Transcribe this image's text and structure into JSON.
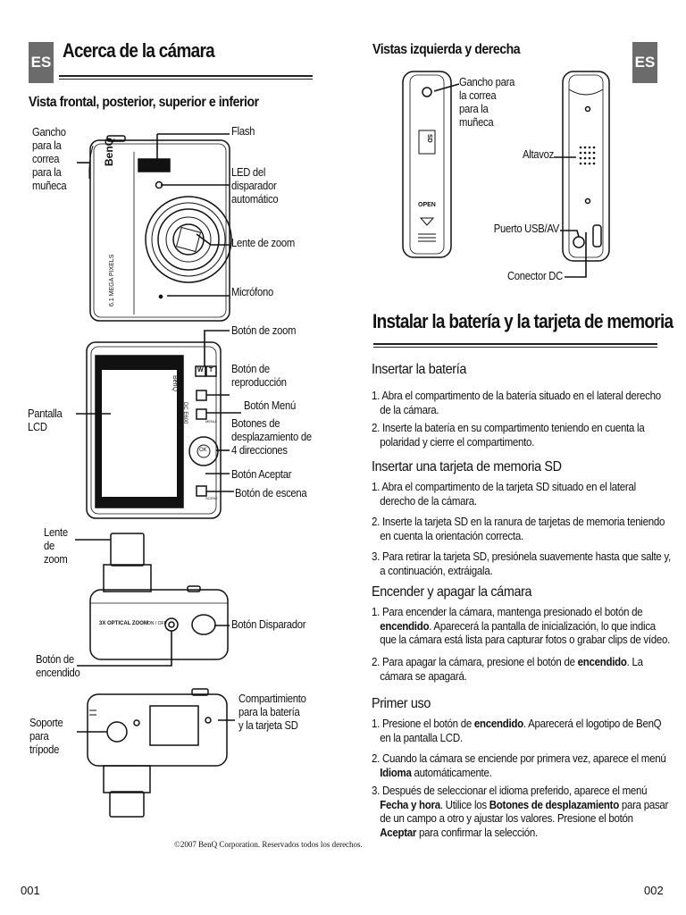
{
  "badges": {
    "left": "ES",
    "right": "ES"
  },
  "left_page": {
    "title": "Acerca de la cámara",
    "subtitle": "Vista frontal, posterior, superior e inferior",
    "labels": {
      "strap_hook": "Gancho para la correa para la muñeca",
      "flash": "Flash",
      "self_timer_led": "LED del disparador automático",
      "zoom_lens": "Lente de zoom",
      "microphone": "Micrófono",
      "zoom_button": "Botón de zoom",
      "playback_button": "Botón de reproducción",
      "menu_button": "Botón Menú",
      "nav_buttons": "Botones de desplazamiento de 4 direcciones",
      "accept_button": "Botón Aceptar",
      "scene_button": "Botón de escena",
      "lcd_screen": "Pantalla LCD",
      "zoom_lens_top": "Lente de zoom",
      "shutter_button": "Botón Disparador",
      "power_button": "Botón de encendido",
      "battery_compartment": "Compartimiento para la batería y la tarjeta SD",
      "tripod_mount": "Soporte para trípode"
    },
    "camera_text": {
      "brand": "BenQ",
      "mega": "6.1 MEGA PIXELS",
      "optical": "3X OPTICAL ZOOM",
      "onoff": "ON / OFF",
      "model": "DC E600",
      "btn_w": "W",
      "btn_t": "T",
      "btn_menu": "MENU",
      "btn_ok": "OK",
      "btn_scene": "SCENE",
      "open": "OPEN",
      "sd": "SD"
    },
    "footer": "©2007 BenQ Corporation. Reservados todos los derechos.",
    "page_number": "001"
  },
  "right_page": {
    "side_title": "Vistas izquierda y derecha",
    "side_labels": {
      "strap_hook": "Gancho para la correa para la muñeca",
      "speaker": "Altavoz",
      "usb_port": "Puerto USB/AV",
      "dc_connector": "Conector DC"
    },
    "install_title": "Instalar la batería y la tarjeta de memoria",
    "sections": [
      {
        "title": "Insertar la batería",
        "steps": [
          [
            {
              "t": "Abra el compartimento de la batería situado en el lateral derecho de la cámara."
            }
          ],
          [
            {
              "t": "Inserte la batería en su compartimento teniendo en cuenta la polaridad y cierre el compartimento."
            }
          ]
        ]
      },
      {
        "title": "Insertar una tarjeta de memoria SD",
        "steps": [
          [
            {
              "t": "Abra el compartimento de la tarjeta SD situado en el lateral derecho de la cámara."
            }
          ],
          [
            {
              "t": "Inserte la tarjeta SD en la ranura de tarjetas de memoria teniendo en cuenta la orientación correcta."
            }
          ],
          [
            {
              "t": "Para retirar la tarjeta SD, presiónela suavemente hasta que salte y, a continuación, extráigala."
            }
          ]
        ]
      },
      {
        "title": "Encender y apagar la cámara",
        "steps": [
          [
            {
              "t": "Para encender la cámara, mantenga presionado el botón de "
            },
            {
              "t": "encendido",
              "b": true
            },
            {
              "t": ". Aparecerá la pantalla de inicialización, lo que indica que la cámara está lista para capturar fotos o grabar clips de vídeo."
            }
          ],
          [
            {
              "t": "Para apagar la cámara, presione el botón de "
            },
            {
              "t": "encendido",
              "b": true
            },
            {
              "t": ". La cámara se apagará."
            }
          ]
        ]
      },
      {
        "title": "Primer uso",
        "steps": [
          [
            {
              "t": "Presione el botón de "
            },
            {
              "t": "encendido",
              "b": true
            },
            {
              "t": ". Aparecerá el logotipo de BenQ en la pantalla LCD."
            }
          ],
          [
            {
              "t": "Cuando la cámara se enciende por primera vez, aparece el menú "
            },
            {
              "t": "Idioma",
              "b": true
            },
            {
              "t": " automáticamente."
            }
          ],
          [
            {
              "t": "Después de seleccionar el idioma preferido, aparece el menú "
            },
            {
              "t": "Fecha y hora",
              "b": true
            },
            {
              "t": ". Utilice los "
            },
            {
              "t": "Botones de desplazamiento",
              "b": true
            },
            {
              "t": " para pasar de un campo a otro y ajustar los valores. Presione el botón "
            },
            {
              "t": "Aceptar",
              "b": true
            },
            {
              "t": " para confirmar la selección."
            }
          ]
        ]
      }
    ],
    "page_number": "002"
  }
}
